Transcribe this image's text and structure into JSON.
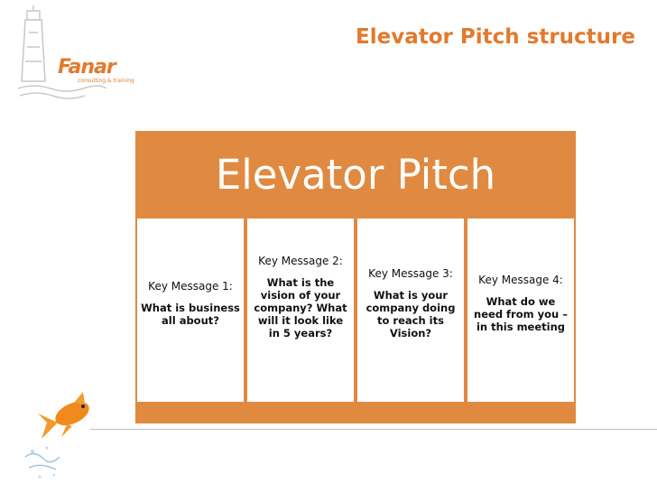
{
  "logo": {
    "name": "fanar-logo",
    "text": "Fanar",
    "subtext": "consulting & training"
  },
  "slide": {
    "title": "Elevator Pitch structure"
  },
  "diagram": {
    "heading": "Elevator Pitch",
    "boxes": [
      {
        "title": "Key Message 1:",
        "body": "What is business all about?"
      },
      {
        "title": "Key Message 2:",
        "body": "What is the vision of your company? What will it look like in 5 years?"
      },
      {
        "title": "Key Message 3:",
        "body": "What is your company doing to reach its Vision?"
      },
      {
        "title": "Key Message 4:",
        "body": "What do we need from you – in this meeting"
      }
    ]
  },
  "colors": {
    "accent": "#e08a41",
    "title": "#e27a2c"
  }
}
